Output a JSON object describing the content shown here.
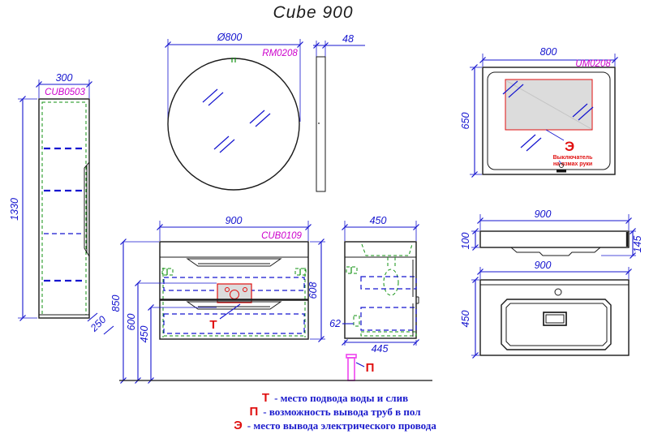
{
  "title": "Cube 900",
  "colors": {
    "dimension_blue": "#1515cf",
    "label_magenta": "#cc00cc",
    "annotation_red": "#e01010",
    "hidden_green": "#119111",
    "pipe_magenta": "#ee44ee",
    "outline_black": "#1a1a1a",
    "panel_gray": "#dcdcdc"
  },
  "tall_cabinet": {
    "code": "CUB0503",
    "width_label": "300",
    "height_label": "1330",
    "depth_label": "250"
  },
  "round_mirror": {
    "code": "RM0208",
    "diameter_label": "Ø800",
    "thickness_label": "48"
  },
  "rect_mirror": {
    "code": "UM0208",
    "width_label": "800",
    "height_label": "650",
    "symbol": "Э",
    "note_line1": "Выключатель",
    "note_line2": "на взмах руки"
  },
  "vanity_front": {
    "code": "CUB0109",
    "width_label": "900",
    "height_label": "608",
    "height_850": "850",
    "height_600": "600",
    "height_450": "450",
    "symbol": "Т"
  },
  "vanity_side": {
    "width_label": "450",
    "bottom_width_label": "445",
    "dim_62": "62",
    "symbol": "П"
  },
  "sink_profile": {
    "width_label": "900",
    "left_height_label": "100",
    "right_height_label": "145"
  },
  "sink_top": {
    "width_label": "900",
    "depth_label": "450"
  },
  "legend": {
    "items": [
      {
        "symbol": "Т",
        "text": "- место подвода воды и слив"
      },
      {
        "symbol": "П",
        "text": "- возможность вывода труб в пол"
      },
      {
        "symbol": "Э",
        "text": "- место вывода электрического провода"
      }
    ]
  }
}
